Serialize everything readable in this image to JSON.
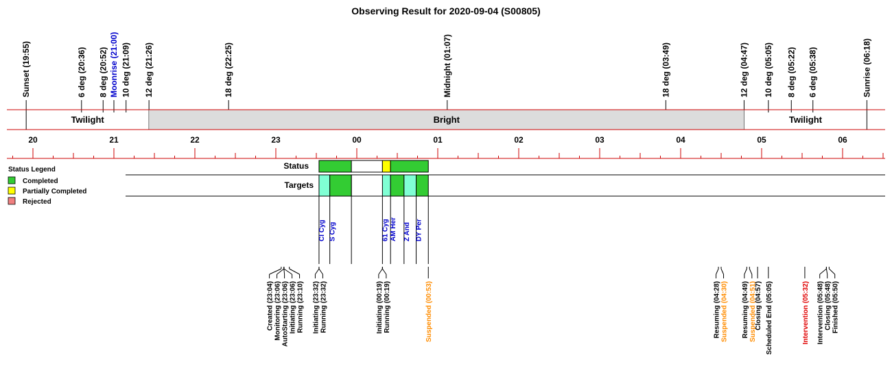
{
  "chart_data": {
    "type": "timeline",
    "title": "Observing Result for 2020-09-04 (S00805)",
    "xlim": [
      "19:55",
      "06:18"
    ],
    "hour_ticks": [
      "20",
      "21",
      "22",
      "23",
      "00",
      "01",
      "02",
      "03",
      "04",
      "05",
      "06"
    ],
    "phases": [
      {
        "label": "Twilight",
        "start": "19:55",
        "end": "21:26",
        "shaded": false
      },
      {
        "label": "Bright",
        "start": "21:26",
        "end": "04:47",
        "shaded": true
      },
      {
        "label": "Twilight",
        "start": "04:47",
        "end": "06:18",
        "shaded": false
      }
    ],
    "sky_events": [
      {
        "label": "Sunset (19:55)",
        "time": "19:55",
        "color": "#000000"
      },
      {
        "label": "6 deg (20:36)",
        "time": "20:36",
        "color": "#000000"
      },
      {
        "label": "8 deg (20:52)",
        "time": "20:52",
        "color": "#000000"
      },
      {
        "label": "Moonrise (21:00)",
        "time": "21:00",
        "color": "#0000cc"
      },
      {
        "label": "10 deg (21:09)",
        "time": "21:09",
        "color": "#000000"
      },
      {
        "label": "12 deg (21:26)",
        "time": "21:26",
        "color": "#000000"
      },
      {
        "label": "18 deg (22:25)",
        "time": "22:25",
        "color": "#000000"
      },
      {
        "label": "Midnight (01:07)",
        "time": "01:07",
        "color": "#000000"
      },
      {
        "label": "18 deg (03:49)",
        "time": "03:49",
        "color": "#000000"
      },
      {
        "label": "12 deg (04:47)",
        "time": "04:47",
        "color": "#000000"
      },
      {
        "label": "10 deg (05:05)",
        "time": "05:05",
        "color": "#000000"
      },
      {
        "label": "8 deg (05:22)",
        "time": "05:22",
        "color": "#000000"
      },
      {
        "label": "6 deg (05:38)",
        "time": "05:38",
        "color": "#000000"
      },
      {
        "label": "Sunrise (06:18)",
        "time": "06:18",
        "color": "#000000"
      }
    ],
    "legend": {
      "title": "Status Legend",
      "items": [
        {
          "label": "Completed",
          "color": "#33cc33"
        },
        {
          "label": "Partially Completed",
          "color": "#ffff00"
        },
        {
          "label": "Rejected",
          "color": "#f08080"
        }
      ]
    },
    "status_row_label": "Status",
    "targets_row_label": "Targets",
    "status_segments": [
      {
        "start": "23:32",
        "end": "23:56",
        "color": "#33cc33"
      },
      {
        "start": "23:56",
        "end": "00:19",
        "color": "#ffffff"
      },
      {
        "start": "00:19",
        "end": "00:25",
        "color": "#ffff00"
      },
      {
        "start": "00:25",
        "end": "00:53",
        "color": "#33cc33"
      }
    ],
    "targets": [
      {
        "name": "CI Cyg",
        "start": "23:32",
        "end": "23:40",
        "color": "#80ffd4"
      },
      {
        "name": "S Cyg",
        "start": "23:40",
        "end": "23:56",
        "color": "#33cc33"
      },
      {
        "name": "61 Cyg",
        "start": "00:19",
        "end": "00:25",
        "color": "#80ffd4"
      },
      {
        "name": "AM Her",
        "start": "00:25",
        "end": "00:35",
        "color": "#33cc33"
      },
      {
        "name": "Z And",
        "start": "00:35",
        "end": "00:44",
        "color": "#80ffd4"
      },
      {
        "name": "DY Per",
        "start": "00:44",
        "end": "00:53",
        "color": "#33cc33"
      }
    ],
    "log_events": [
      {
        "label": "Created (23:04)",
        "time": "23:04",
        "color": "#000000"
      },
      {
        "label": "Monitoring (23:06)",
        "time": "23:06",
        "color": "#000000"
      },
      {
        "label": "AutoStarting (23:06)",
        "time": "23:06",
        "color": "#000000"
      },
      {
        "label": "Initiating (23:06)",
        "time": "23:06",
        "color": "#000000"
      },
      {
        "label": "Running (23:10)",
        "time": "23:10",
        "color": "#000000"
      },
      {
        "label": "Initiating (23:32)",
        "time": "23:32",
        "color": "#000000"
      },
      {
        "label": "Running (23:32)",
        "time": "23:32",
        "color": "#000000"
      },
      {
        "label": "Initiating (00:19)",
        "time": "00:19",
        "color": "#000000"
      },
      {
        "label": "Running (00:19)",
        "time": "00:19",
        "color": "#000000"
      },
      {
        "label": "Suspended (00:53)",
        "time": "00:53",
        "color": "#ff8c00"
      },
      {
        "label": "Resuming (04:28)",
        "time": "04:28",
        "color": "#000000"
      },
      {
        "label": "Suspended (04:30)",
        "time": "04:30",
        "color": "#ff8c00"
      },
      {
        "label": "Resuming (04:49)",
        "time": "04:49",
        "color": "#000000"
      },
      {
        "label": "Suspended (04:51)",
        "time": "04:51",
        "color": "#ff8c00"
      },
      {
        "label": "Closing (04:57)",
        "time": "04:57",
        "color": "#000000"
      },
      {
        "label": "Scheduled End (05:05)",
        "time": "05:05",
        "color": "#000000"
      },
      {
        "label": "Intervention (05:32)",
        "time": "05:32",
        "color": "#e00000"
      },
      {
        "label": "Intervention (05:48)",
        "time": "05:48",
        "color": "#000000"
      },
      {
        "label": "Closing (05:48)",
        "time": "05:48",
        "color": "#000000"
      },
      {
        "label": "Finished (05:50)",
        "time": "05:50",
        "color": "#000000"
      }
    ],
    "colors": {
      "axis": "#cc0000",
      "shade": "#dcdcdc",
      "target_text": "#0000cc"
    }
  }
}
